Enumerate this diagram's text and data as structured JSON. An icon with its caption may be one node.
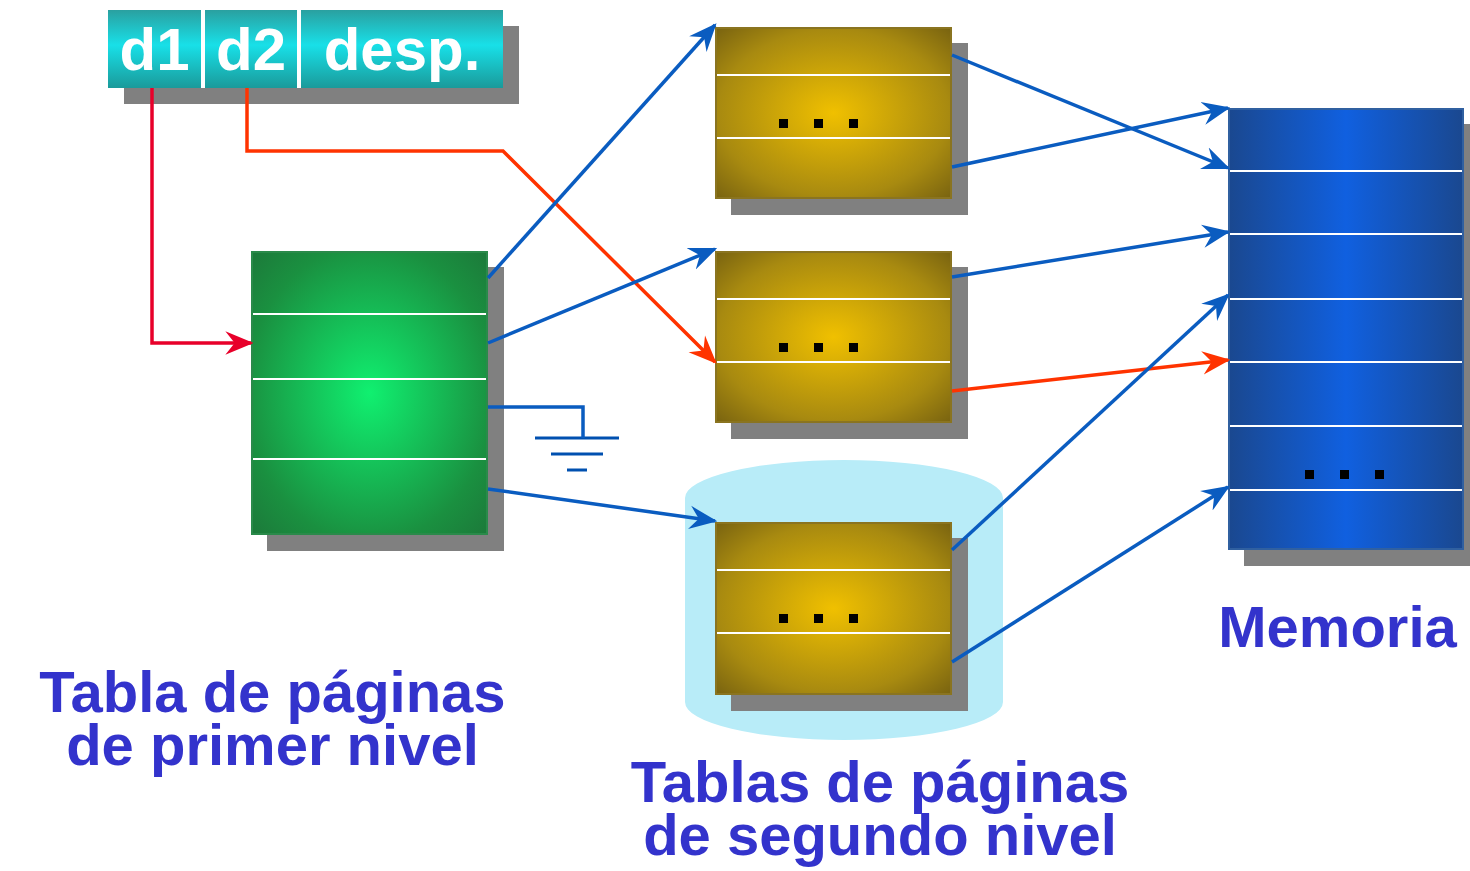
{
  "diagram": {
    "nodes": [
      {
        "text": [
          "d1"
        ]
      },
      {
        "text": [
          "d2"
        ]
      },
      {
        "text": [
          "desp."
        ]
      },
      {
        "text": [],
        "shape": "box",
        "beside": [
          "Tabla de páginas de primer nivel"
        ]
      },
      {
        "text": [],
        "shape": "box"
      },
      {
        "text": [],
        "shape": "box"
      },
      {
        "text": [],
        "shape": "cylinder"
      },
      {
        "text": [],
        "shape": "box",
        "in": 6
      },
      {
        "text": [],
        "shape": "box",
        "beside": [
          "Memoria"
        ]
      },
      {
        "text": [],
        "shape": "ground"
      }
    ],
    "edges": [
      {
        "from": 0,
        "to": 3,
        "arrow": "to",
        "color": "#e8002a"
      },
      {
        "from": 1,
        "to": 5,
        "arrow": "to",
        "color": "#ff3300"
      },
      {
        "from": 3,
        "to": 4,
        "arrow": "to"
      },
      {
        "from": 3,
        "to": 5,
        "arrow": "to"
      },
      {
        "from": 3,
        "to": 9,
        "arrow": "none"
      },
      {
        "from": 3,
        "to": 7,
        "arrow": "to"
      },
      {
        "from": 4,
        "to": 8,
        "arrow": "to"
      },
      {
        "from": 4,
        "to": 8,
        "arrow": "to"
      },
      {
        "from": 5,
        "to": 8,
        "arrow": "to"
      },
      {
        "from": 5,
        "to": 8,
        "arrow": "to",
        "color": "#ff3300"
      },
      {
        "from": 7,
        "to": 8,
        "arrow": "to"
      },
      {
        "from": 7,
        "to": 8,
        "arrow": "to"
      }
    ],
    "labels": [
      "Tablas de páginas de segundo nivel"
    ]
  }
}
